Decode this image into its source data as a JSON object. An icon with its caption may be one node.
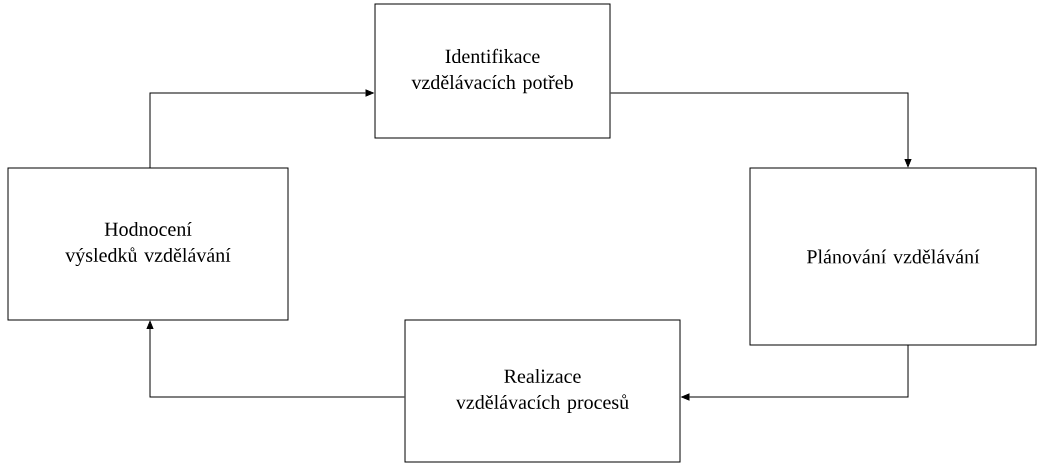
{
  "diagram": {
    "nodes": [
      {
        "text": [
          "Identifikace vzdělávacích potřeb"
        ]
      },
      {
        "text": [
          "Plánování vzdělávání"
        ]
      },
      {
        "text": [
          "Realizace vzdělávacích procesů"
        ]
      },
      {
        "text": [
          "Hodnocení výsledků vzdělávání"
        ]
      }
    ],
    "edges": [
      {
        "from": 0,
        "to": 1,
        "arrow": "to"
      },
      {
        "from": 1,
        "to": 2,
        "arrow": "to"
      },
      {
        "from": 2,
        "to": 3,
        "arrow": "to"
      },
      {
        "from": 3,
        "to": 0,
        "arrow": "to"
      }
    ]
  }
}
